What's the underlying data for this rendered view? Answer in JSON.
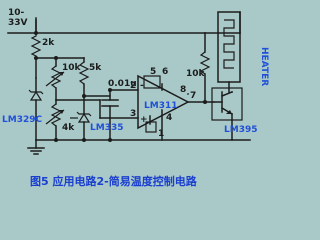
{
  "circuit": {
    "supply_label_1": "10-",
    "supply_label_2": "33V",
    "r_top": "2k",
    "r_10k_left": "10k",
    "r_5k": "5k",
    "r_4k": "4k",
    "cap": "0.01u",
    "zener_ref": "LM329C",
    "sensor": "LM335",
    "comparator": "LM311",
    "pin_5": "5",
    "pin_6": "6",
    "pin_2": "2",
    "pin_3": "3",
    "pin_4": "4",
    "pin_1": "1",
    "pin_7": "7",
    "pin_8": "8",
    "r_pullup": "10k",
    "heater": "HEATER",
    "transistor": "LM395",
    "plus_sign": "+",
    "minus_sign": "-"
  },
  "caption": "图5  应用电路2-简易温度控制电路"
}
